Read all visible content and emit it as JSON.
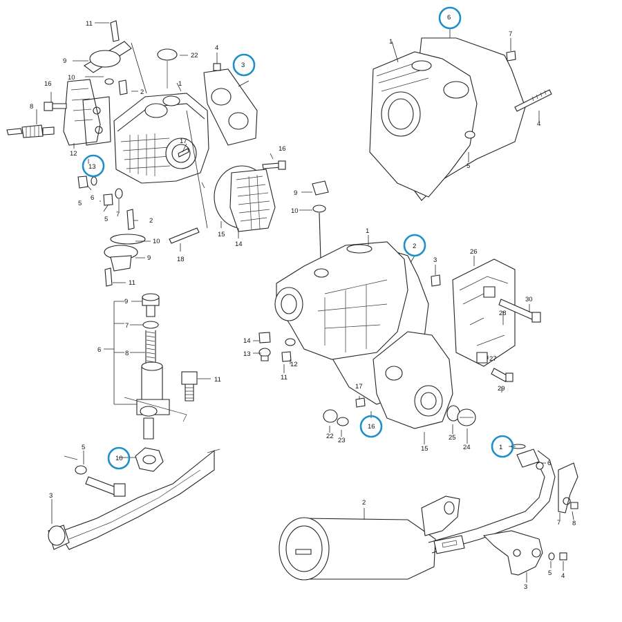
{
  "highlight_color": "#1e8fc8",
  "views": {
    "cylinder_head": {
      "labels": {
        "l11a": "11",
        "l9a": "9",
        "l10a": "10",
        "l22": "22",
        "l2a": "2",
        "l1": "1",
        "l4": "4",
        "l3": "3",
        "l16a": "16",
        "l8": "8",
        "l12": "12",
        "l17": "17",
        "l13": "13",
        "l16b": "16",
        "l5a": "5",
        "l6": "6",
        "l5b": "5",
        "l7": "7",
        "l2b": "2",
        "l9b": "9",
        "l10b": "10",
        "l15": "15",
        "l14": "14",
        "l10c": "10",
        "l9c": "9",
        "l18": "18",
        "l11b": "11"
      }
    },
    "cylinder": {
      "labels": {
        "l6": "6",
        "l1": "1",
        "l7": "7",
        "l4": "4",
        "l5": "5"
      }
    },
    "tensioner": {
      "labels": {
        "l9": "9",
        "l7": "7",
        "l6": "6",
        "l8": "8",
        "l11": "11",
        "l5": "5",
        "l10": "10",
        "l3": "3"
      }
    },
    "crankcase": {
      "labels": {
        "l1": "1",
        "l2": "2",
        "l3": "3",
        "l26": "26",
        "l30": "30",
        "l28": "28",
        "l27": "27",
        "l29": "29",
        "l14": "14",
        "l13": "13",
        "l12": "12",
        "l11": "11",
        "l17": "17",
        "l16": "16",
        "l22": "22",
        "l23": "23",
        "l15": "15",
        "l25": "25",
        "l24": "24"
      }
    },
    "exhaust": {
      "labels": {
        "l1": "1",
        "l6": "6",
        "l2": "2",
        "l7": "7",
        "l8": "8",
        "l5": "5",
        "l4": "4",
        "l3": "3"
      }
    }
  }
}
